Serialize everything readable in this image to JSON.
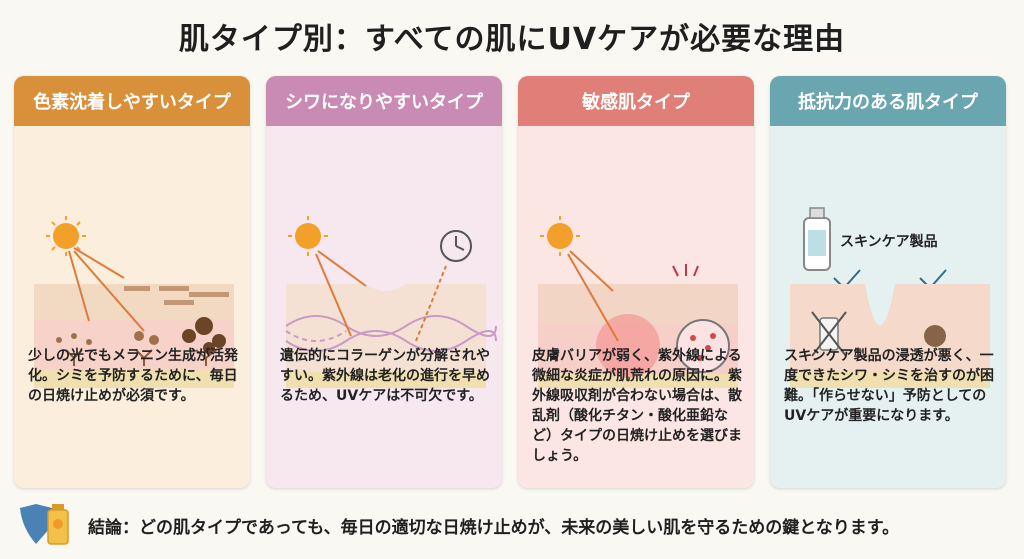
{
  "title": "肌タイプ別：すべての肌にUVケアが必要な理由",
  "cards": [
    {
      "heading": "色素沈着しやすいタイプ",
      "text": "少しの光でもメラニン生成が活発化。シミを予防するために、毎日の日焼け止めが必須です。",
      "color": "#d9903a"
    },
    {
      "heading": "シワになりやすいタイプ",
      "text": "遺伝的にコラーゲンが分解されやすい。紫外線は老化の進行を早めるため、UVケアは不可欠です。",
      "color": "#c98bb4"
    },
    {
      "heading": "敏感肌タイプ",
      "text": "皮膚バリアが弱く、紫外線による微細な炎症が肌荒れの原因に。紫外線吸収剤が合わない場合は、散乱剤（酸化チタン・酸化亜鉛など）タイプの日焼け止めを選びましょう。",
      "color": "#e07f78"
    },
    {
      "heading": "抵抗力のある肌タイプ",
      "illus_label": "スキンケア製品",
      "text": "スキンケア製品の浸透が悪く、一度できたシワ・シミを治すのが困難。「作らせない」予防としてのUVケアが重要になります。",
      "color": "#6aa6b0"
    }
  ],
  "footer": {
    "text": "結論：どの肌タイプであっても、毎日の適切な日焼け止めが、未来の美しい肌を守るための鍵となります。",
    "icons": [
      "shield-icon",
      "sunscreen-tube-icon"
    ]
  }
}
